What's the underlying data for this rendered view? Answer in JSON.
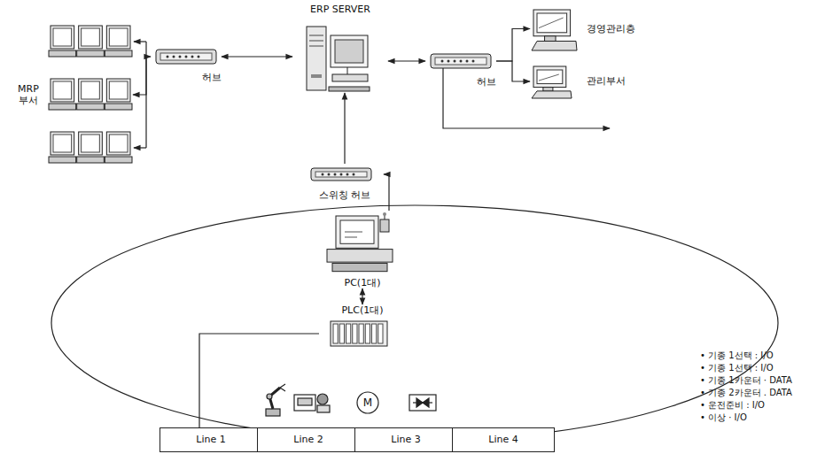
{
  "diagram": {
    "nodes": [
      {
        "text": [
          "ERP SERVER"
        ]
      },
      {
        "text": [
          "MRP 부서"
        ]
      },
      {
        "text": [
          "허브"
        ]
      },
      {
        "text": [
          "허브"
        ]
      },
      {
        "text": [
          "경영관리층"
        ]
      },
      {
        "text": [
          "관리부서"
        ]
      },
      {
        "text": [
          "스위칭 허브"
        ]
      },
      {
        "text": [
          "PC(1대)"
        ]
      },
      {
        "text": [
          "PLC(1대)"
        ]
      },
      {
        "text": [
          "Line 1"
        ]
      },
      {
        "text": [
          "Line 2"
        ]
      },
      {
        "text": [
          "Line 3"
        ]
      },
      {
        "text": [
          "Line 4"
        ]
      }
    ],
    "edges": [
      {
        "from": 1,
        "to": 2,
        "arrow": "both"
      },
      {
        "from": 2,
        "to": 0,
        "arrow": "both"
      },
      {
        "from": 0,
        "to": 3,
        "arrow": "both"
      },
      {
        "from": 3,
        "to": 4,
        "arrow": "to"
      },
      {
        "from": 3,
        "to": 5,
        "arrow": "to"
      },
      {
        "from": 6,
        "to": 0,
        "arrow": "to"
      },
      {
        "from": 7,
        "to": 6,
        "arrow": "to"
      },
      {
        "from": 7,
        "to": 8,
        "arrow": "both"
      },
      {
        "from": 8,
        "to": 9,
        "arrow": "none"
      }
    ],
    "labels": [
      "M",
      "• 기종 1선택 : I/O",
      "• 기종 1선택 : I/O",
      "• 기종 1카운터 · DATA",
      "• 기종 2카운터 . DATA",
      "• 운전준비 : I/O",
      "• 이상 · I/O"
    ]
  }
}
